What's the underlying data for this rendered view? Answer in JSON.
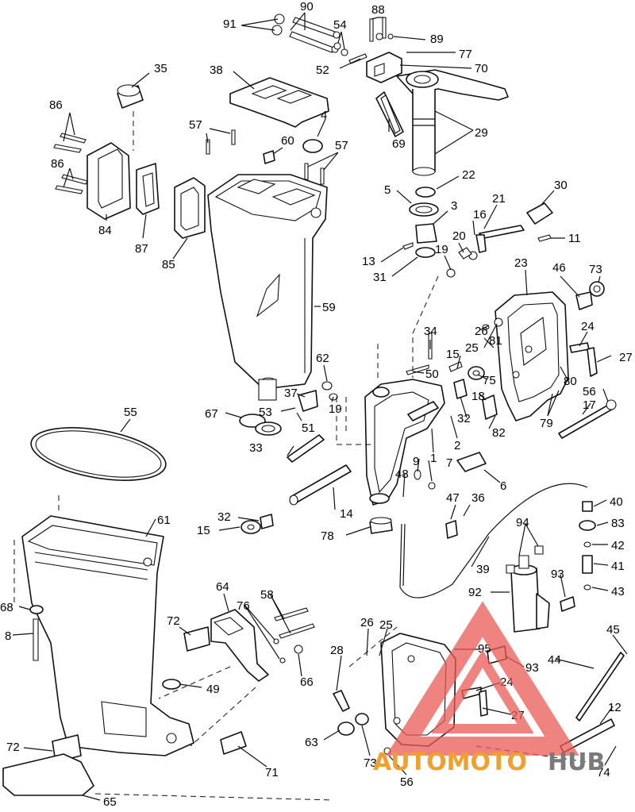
{
  "callouts": [
    {
      "id": "91",
      "text": "91"
    },
    {
      "id": "90",
      "text": "90"
    },
    {
      "id": "54",
      "text": "54"
    },
    {
      "id": "88",
      "text": "88"
    },
    {
      "id": "89",
      "text": "89"
    },
    {
      "id": "77",
      "text": "77"
    },
    {
      "id": "52",
      "text": "52"
    },
    {
      "id": "70",
      "text": "70"
    },
    {
      "id": "35",
      "text": "35"
    },
    {
      "id": "38",
      "text": "38"
    },
    {
      "id": "86a",
      "text": "86"
    },
    {
      "id": "4",
      "text": "4"
    },
    {
      "id": "29",
      "text": "29"
    },
    {
      "id": "57a",
      "text": "57"
    },
    {
      "id": "69",
      "text": "69"
    },
    {
      "id": "60",
      "text": "60"
    },
    {
      "id": "57b",
      "text": "57"
    },
    {
      "id": "86b",
      "text": "86"
    },
    {
      "id": "22",
      "text": "22"
    },
    {
      "id": "5",
      "text": "5"
    },
    {
      "id": "30",
      "text": "30"
    },
    {
      "id": "21",
      "text": "21"
    },
    {
      "id": "3",
      "text": "3"
    },
    {
      "id": "16",
      "text": "16"
    },
    {
      "id": "84",
      "text": "84"
    },
    {
      "id": "87",
      "text": "87"
    },
    {
      "id": "85",
      "text": "85"
    },
    {
      "id": "20",
      "text": "20"
    },
    {
      "id": "11",
      "text": "11"
    },
    {
      "id": "13",
      "text": "13"
    },
    {
      "id": "19a",
      "text": "19"
    },
    {
      "id": "31",
      "text": "31"
    },
    {
      "id": "23",
      "text": "23"
    },
    {
      "id": "46",
      "text": "46"
    },
    {
      "id": "73a",
      "text": "73"
    },
    {
      "id": "59",
      "text": "59"
    },
    {
      "id": "34",
      "text": "34"
    },
    {
      "id": "26a",
      "text": "26"
    },
    {
      "id": "24a",
      "text": "24"
    },
    {
      "id": "25a",
      "text": "25"
    },
    {
      "id": "81",
      "text": "81"
    },
    {
      "id": "15a",
      "text": "15"
    },
    {
      "id": "27a",
      "text": "27"
    },
    {
      "id": "62",
      "text": "62"
    },
    {
      "id": "50",
      "text": "50"
    },
    {
      "id": "75",
      "text": "75"
    },
    {
      "id": "80",
      "text": "80"
    },
    {
      "id": "56a",
      "text": "56"
    },
    {
      "id": "37",
      "text": "37"
    },
    {
      "id": "18",
      "text": "18"
    },
    {
      "id": "19b",
      "text": "19"
    },
    {
      "id": "67",
      "text": "67"
    },
    {
      "id": "53",
      "text": "53"
    },
    {
      "id": "32a",
      "text": "32"
    },
    {
      "id": "79",
      "text": "79"
    },
    {
      "id": "17",
      "text": "17"
    },
    {
      "id": "55",
      "text": "55"
    },
    {
      "id": "51",
      "text": "51"
    },
    {
      "id": "82",
      "text": "82"
    },
    {
      "id": "2",
      "text": "2"
    },
    {
      "id": "33",
      "text": "33"
    },
    {
      "id": "1",
      "text": "1"
    },
    {
      "id": "9",
      "text": "9"
    },
    {
      "id": "7",
      "text": "7"
    },
    {
      "id": "48",
      "text": "48"
    },
    {
      "id": "6",
      "text": "6"
    },
    {
      "id": "40",
      "text": "40"
    },
    {
      "id": "47",
      "text": "47"
    },
    {
      "id": "36",
      "text": "36"
    },
    {
      "id": "14",
      "text": "14"
    },
    {
      "id": "32b",
      "text": "32"
    },
    {
      "id": "61",
      "text": "61"
    },
    {
      "id": "15b",
      "text": "15"
    },
    {
      "id": "78",
      "text": "78"
    },
    {
      "id": "94",
      "text": "94"
    },
    {
      "id": "83",
      "text": "83"
    },
    {
      "id": "42",
      "text": "42"
    },
    {
      "id": "41",
      "text": "41"
    },
    {
      "id": "39",
      "text": "39"
    },
    {
      "id": "93a",
      "text": "93"
    },
    {
      "id": "43",
      "text": "43"
    },
    {
      "id": "92",
      "text": "92"
    },
    {
      "id": "68",
      "text": "68"
    },
    {
      "id": "64",
      "text": "64"
    },
    {
      "id": "58",
      "text": "58"
    },
    {
      "id": "8",
      "text": "8"
    },
    {
      "id": "72a",
      "text": "72"
    },
    {
      "id": "76",
      "text": "76"
    },
    {
      "id": "26b",
      "text": "26"
    },
    {
      "id": "25b",
      "text": "25"
    },
    {
      "id": "45",
      "text": "45"
    },
    {
      "id": "95",
      "text": "95"
    },
    {
      "id": "28",
      "text": "28"
    },
    {
      "id": "93b",
      "text": "93"
    },
    {
      "id": "44",
      "text": "44"
    },
    {
      "id": "66",
      "text": "66"
    },
    {
      "id": "49",
      "text": "49"
    },
    {
      "id": "24b",
      "text": "24"
    },
    {
      "id": "12",
      "text": "12"
    },
    {
      "id": "27b",
      "text": "27"
    },
    {
      "id": "72b",
      "text": "72"
    },
    {
      "id": "63",
      "text": "63"
    },
    {
      "id": "73b",
      "text": "73"
    },
    {
      "id": "71",
      "text": "71"
    },
    {
      "id": "74",
      "text": "74"
    },
    {
      "id": "56b",
      "text": "56"
    },
    {
      "id": "65",
      "text": "65"
    }
  ],
  "watermark": {
    "part1": "AUTOMOTO",
    "part2": "HUB",
    "color_primary": "#f0a030",
    "color_secondary": "#7a7a7a",
    "triangle_color": "#e85a55"
  }
}
